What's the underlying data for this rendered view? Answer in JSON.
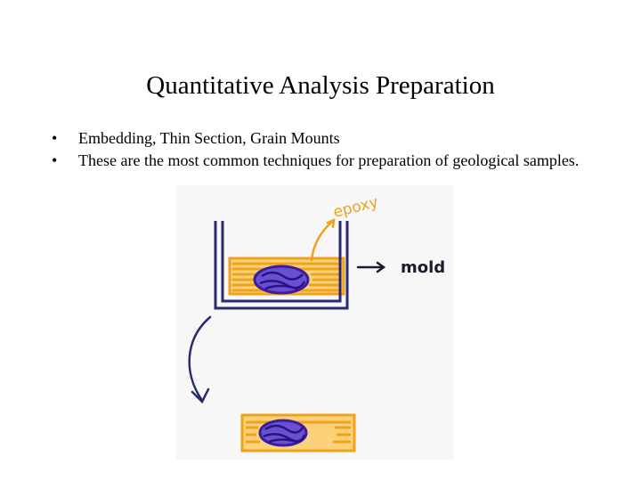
{
  "title": "Quantitative Analysis Preparation",
  "bullets": [
    {
      "marker": "•",
      "text": "Embedding, Thin Section, Grain Mounts"
    },
    {
      "marker": "•",
      "text": "These are the most common techniques for preparation of geological samples."
    }
  ],
  "figure": {
    "labels": {
      "epoxy": "epoxy",
      "mold": "mold"
    },
    "colors": {
      "outline": "#2a2a6e",
      "epoxy": "#f0a21c",
      "sample": "#3a1ea0",
      "ink": "#1b1b2f",
      "paper": "#f7f7f7"
    }
  }
}
